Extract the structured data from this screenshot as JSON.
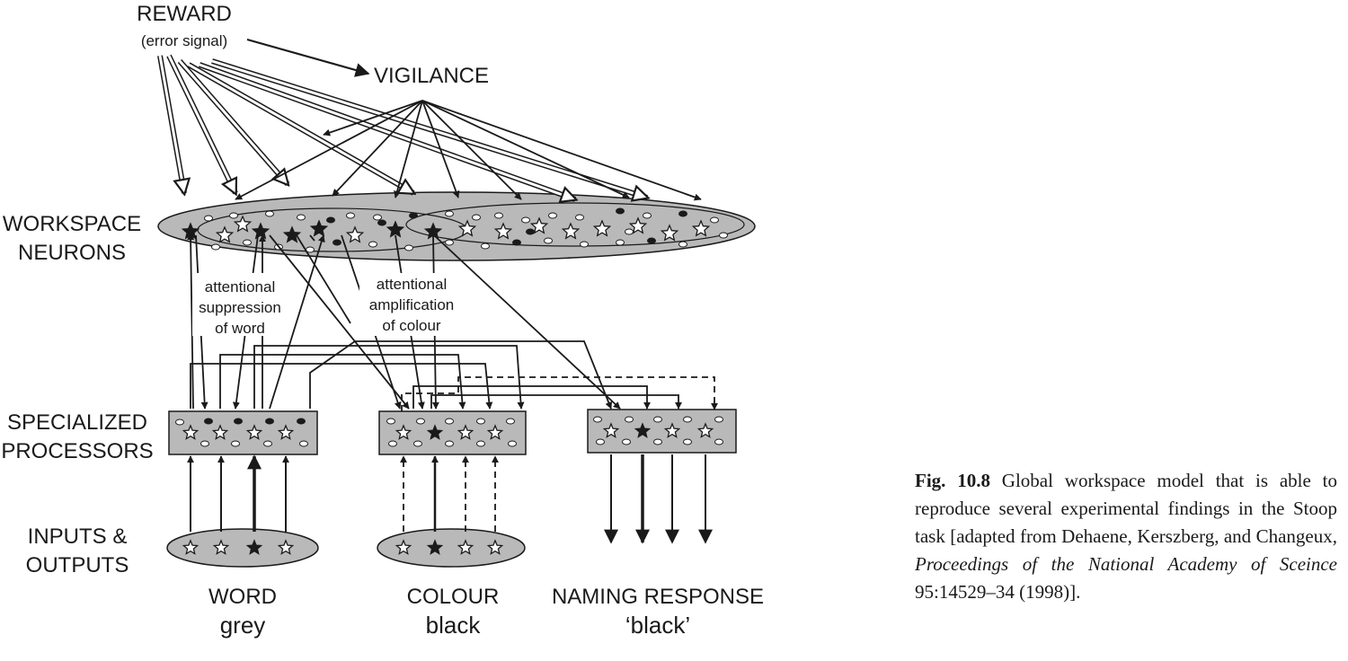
{
  "diagram": {
    "reward": "REWARD",
    "error_signal": "(error signal)",
    "vigilance": "VIGILANCE",
    "workspace_line1": "WORKSPACE",
    "workspace_line2": "NEURONS",
    "suppression_line1": "attentional",
    "suppression_line2": "suppression",
    "suppression_line3": "of word",
    "amplification_line1": "attentional",
    "amplification_line2": "amplification",
    "amplification_line3": "of colour",
    "specialized_line1": "SPECIALIZED",
    "specialized_line2": "PROCESSORS",
    "inputs_line1": "INPUTS &",
    "inputs_line2": "OUTPUTS",
    "word_title": "WORD",
    "word_value": "grey",
    "colour_title": "COLOUR",
    "colour_value": "black",
    "naming_title": "NAMING RESPONSE",
    "naming_value": "‘black’"
  },
  "caption": {
    "label": "Fig. 10.8",
    "text_before": " Global workspace model that is able to reproduce several experimental findings in the Stoop task [adapted from Dehaene, Kerszberg, and Changeux, ",
    "journal": "Proceedings of the National Academy of Sceince",
    "text_after": " 95:14529–34 (1998)]."
  },
  "colors": {
    "ink": "#1a1a1a",
    "fill_gray": "#b9b9b9",
    "background": "#ffffff"
  }
}
